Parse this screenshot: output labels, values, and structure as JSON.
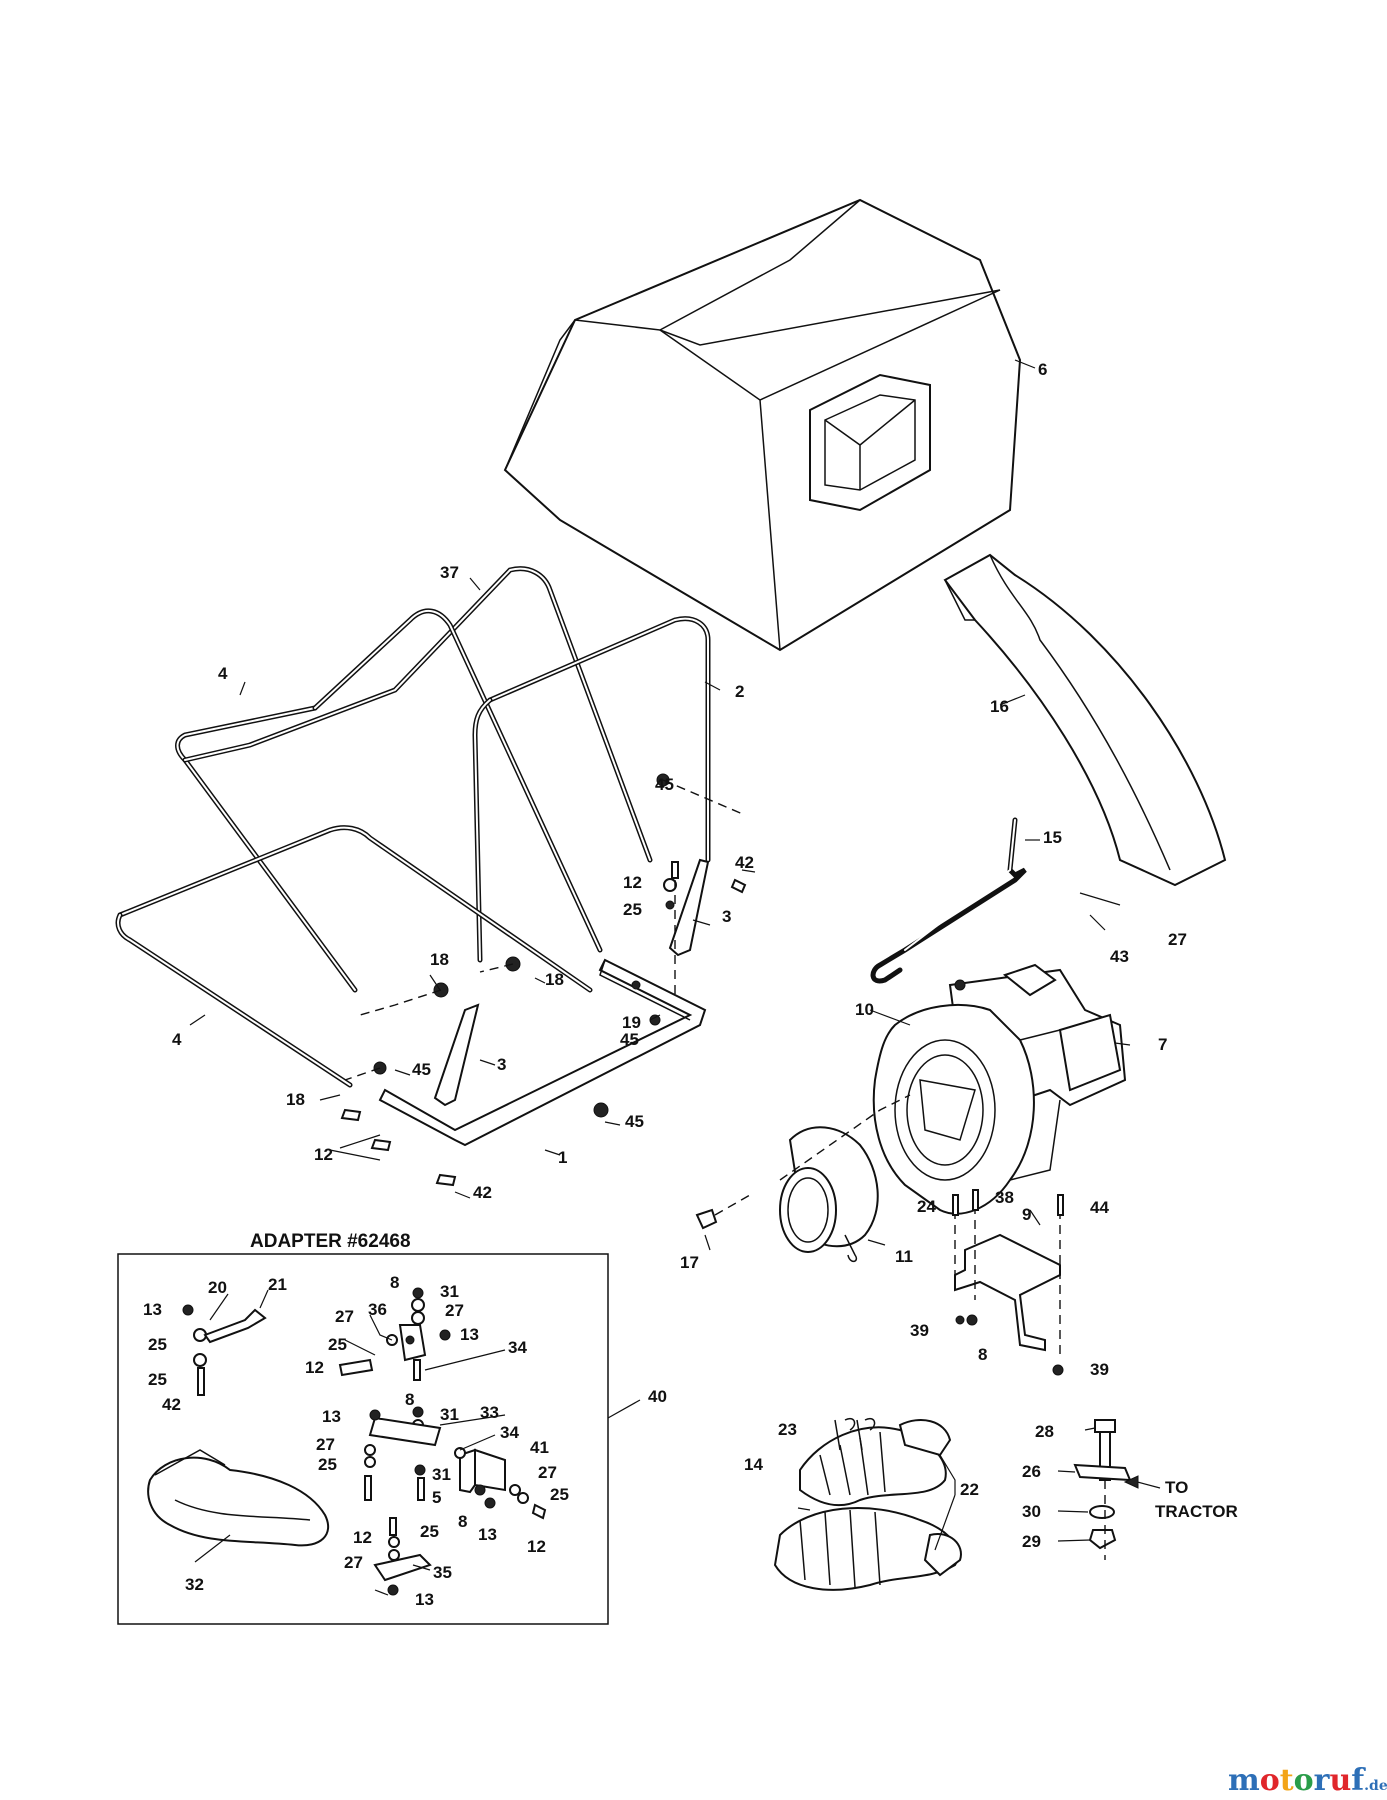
{
  "adapter_box": {
    "title": "ADAPTER #62468"
  },
  "tractor_label": {
    "line1": "TO",
    "line2": "TRACTOR"
  },
  "watermark": {
    "brand": "motoruf",
    "suffix": ".de",
    "colors": [
      "#2d6fb7",
      "#e0262b",
      "#f3a417",
      "#2a9d49",
      "#2d6fb7",
      "#e0262b",
      "#2d6fb7"
    ]
  },
  "callouts": {
    "c6": "6",
    "c37": "37",
    "c4a": "4",
    "c2": "2",
    "c16": "16",
    "c45a": "45",
    "c15": "15",
    "c42a": "42",
    "c12a": "12",
    "c25a": "25",
    "c3a": "3",
    "c27a": "27",
    "c43": "43",
    "c18a": "18",
    "c18b": "18",
    "c4b": "4",
    "c19": "19",
    "c45b": "45",
    "c3b": "3",
    "c10": "10",
    "c7": "7",
    "c45c": "45",
    "c18c": "18",
    "c45d": "45",
    "c12b": "12",
    "c1": "1",
    "c42b": "42",
    "c24": "24",
    "c38": "38",
    "c9": "9",
    "c44": "44",
    "c17": "17",
    "c11": "11",
    "c39a": "39",
    "c8a": "8",
    "c39b": "39",
    "c40": "40",
    "c23": "23",
    "c14": "14",
    "c22": "22",
    "c28": "28",
    "c26": "26",
    "c30": "30",
    "c29": "29",
    "a8a": "8",
    "a31a": "31",
    "a27a": "27",
    "a13a": "13",
    "a20": "20",
    "a21": "21",
    "a13b": "13",
    "a27b": "27",
    "a36": "36",
    "a25a": "25",
    "a34a": "34",
    "a25b": "25",
    "a12a": "12",
    "a25c": "25",
    "a42": "42",
    "a8b": "8",
    "a31b": "31",
    "a13c": "13",
    "a33": "33",
    "a27c": "27",
    "a34b": "34",
    "a41": "41",
    "a25d": "25",
    "a31c": "31",
    "a27d": "27",
    "a5": "5",
    "a25e": "25",
    "a8c": "8",
    "a12b": "12",
    "a13d": "13",
    "a12c": "12",
    "a25f": "25",
    "a27e": "27",
    "a35": "35",
    "a32": "32",
    "a13e": "13"
  }
}
